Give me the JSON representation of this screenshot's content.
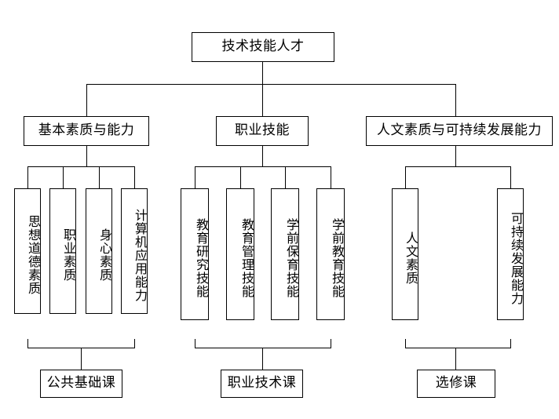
{
  "diagram": {
    "title": "技术技能人才",
    "root": {
      "label": "技术技能人才"
    },
    "level2": [
      {
        "label": "基本素质与能力"
      },
      {
        "label": "职业技能"
      },
      {
        "label": "人文素质与可持续发展能力"
      }
    ],
    "level3": {
      "group1": [
        {
          "label": "思想道德素质"
        },
        {
          "label": "职业素质"
        },
        {
          "label": "身心素质"
        },
        {
          "label": "计算机应用能力"
        }
      ],
      "group2": [
        {
          "label": "教育研究技能"
        },
        {
          "label": "教育管理技能"
        },
        {
          "label": "学前保育技能"
        },
        {
          "label": "学前教育技能"
        }
      ],
      "group3": [
        {
          "label": "人文素质"
        },
        {
          "label": "可持续发展能力"
        }
      ]
    },
    "level4": [
      {
        "label": "公共基础课"
      },
      {
        "label": "职业技术课"
      },
      {
        "label": "选修课"
      }
    ],
    "colors": {
      "line": "#000000",
      "box_fill": "#ffffff",
      "text": "#000000",
      "background": "#ffffff"
    }
  }
}
